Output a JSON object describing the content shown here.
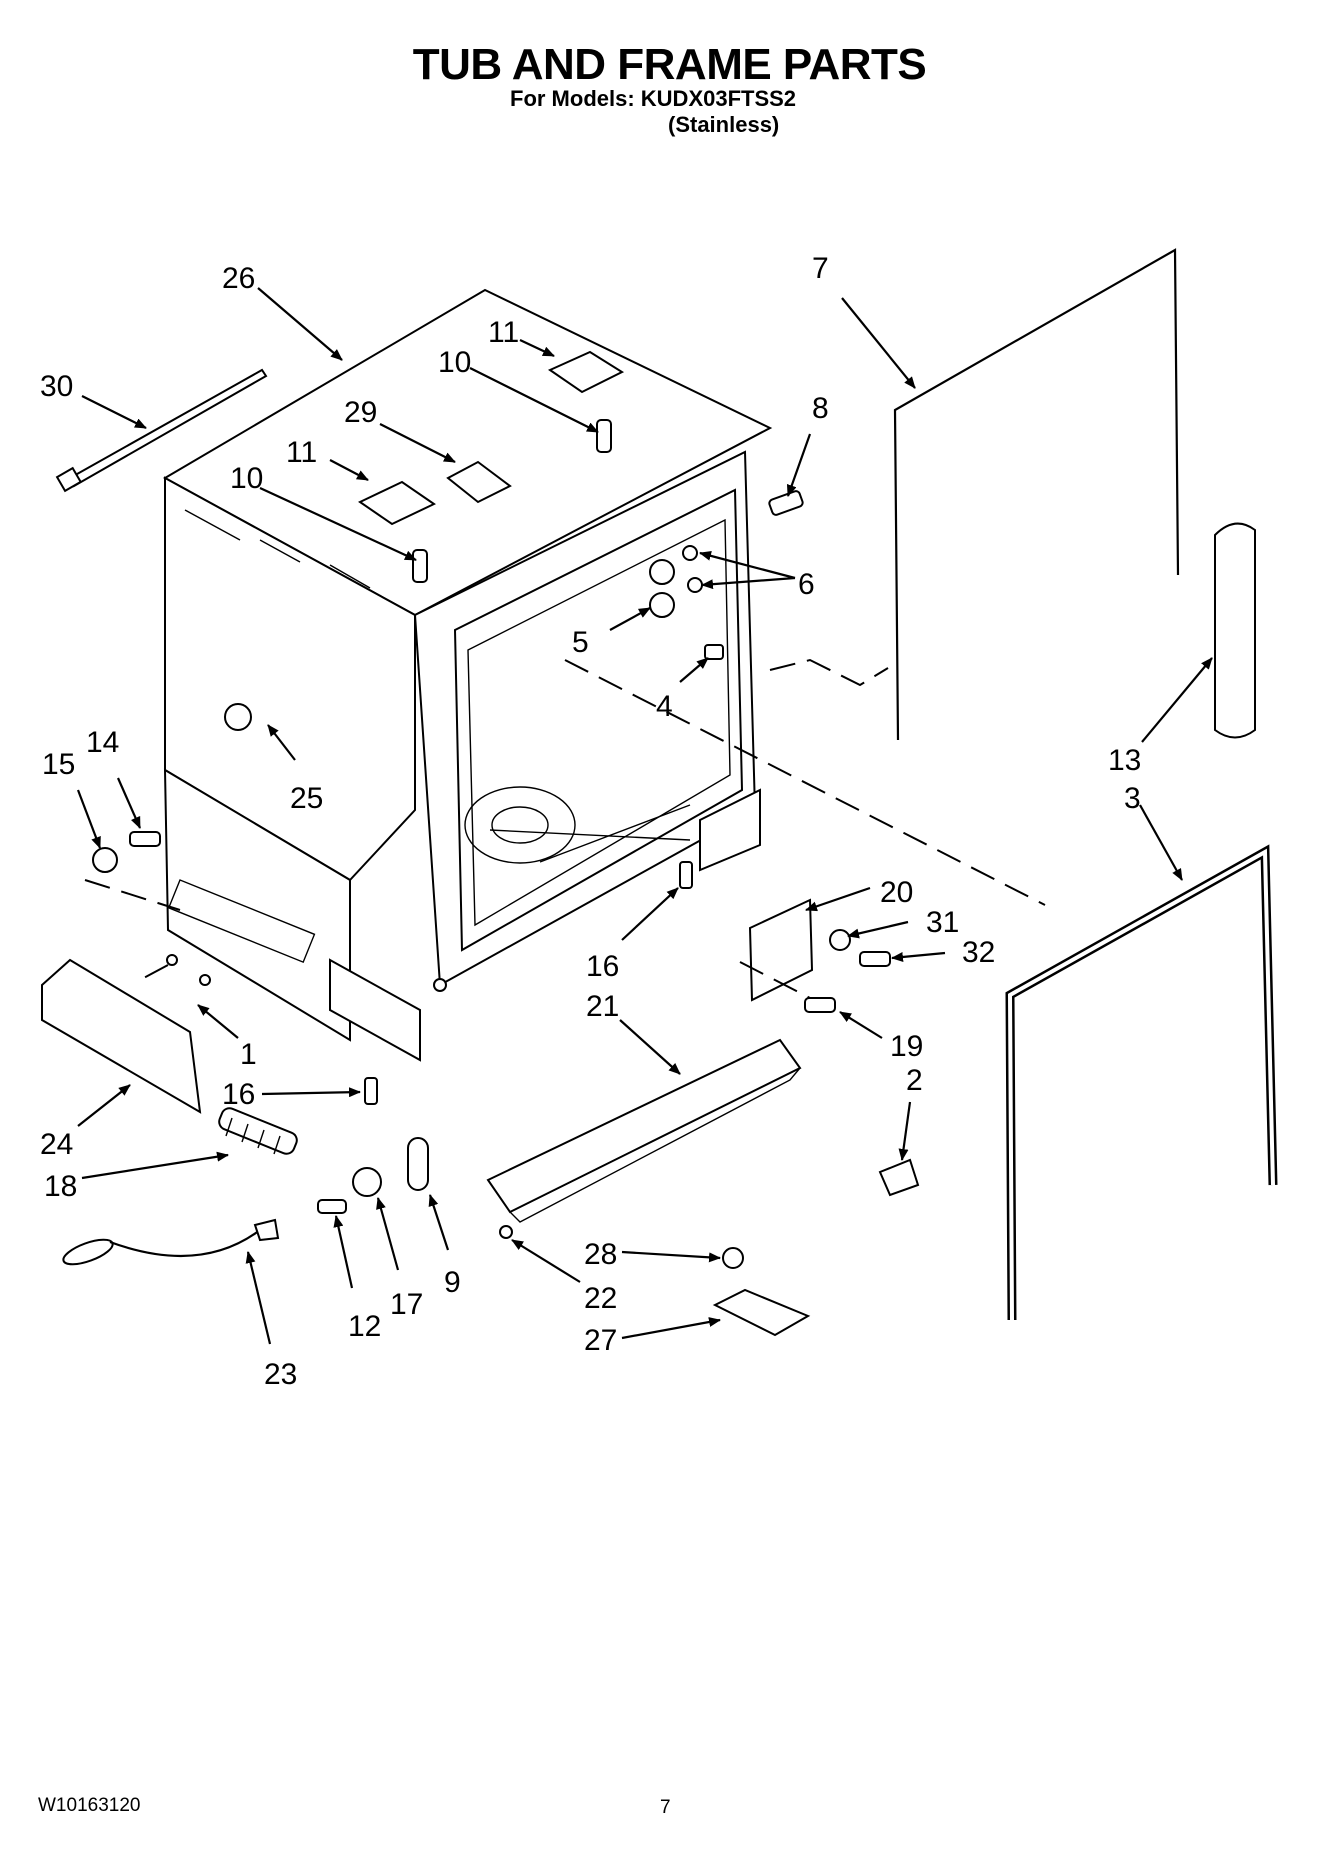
{
  "header": {
    "title": "TUB AND FRAME PARTS",
    "models": "For Models: KUDX03FTSS2",
    "variant": "(Stainless)"
  },
  "footer": {
    "doc_number": "W10163120",
    "page_number": "7"
  },
  "callouts": [
    "26",
    "11",
    "10",
    "30",
    "29",
    "11",
    "10",
    "8",
    "7",
    "6",
    "5",
    "4",
    "25",
    "14",
    "15",
    "13",
    "3",
    "20",
    "31",
    "32",
    "16",
    "1",
    "21",
    "19",
    "2",
    "16",
    "24",
    "18",
    "9",
    "17",
    "12",
    "22",
    "28",
    "27",
    "23"
  ]
}
